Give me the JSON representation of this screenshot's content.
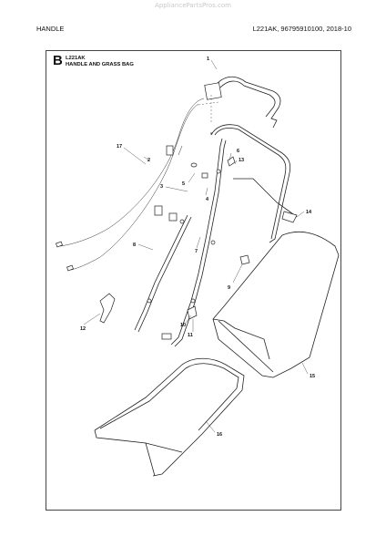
{
  "watermark": "AppliancePartsPros.com",
  "header": {
    "left": "HANDLE",
    "right": "L221AK, 96795910100, 2018-10"
  },
  "section": {
    "letter": "B",
    "model": "L221AK",
    "title": "HANDLE AND GRASS BAG"
  },
  "callouts": [
    "1",
    "2",
    "3",
    "4",
    "5",
    "6",
    "7",
    "8",
    "9",
    "10",
    "11",
    "12",
    "13",
    "14",
    "15",
    "16",
    "17"
  ]
}
